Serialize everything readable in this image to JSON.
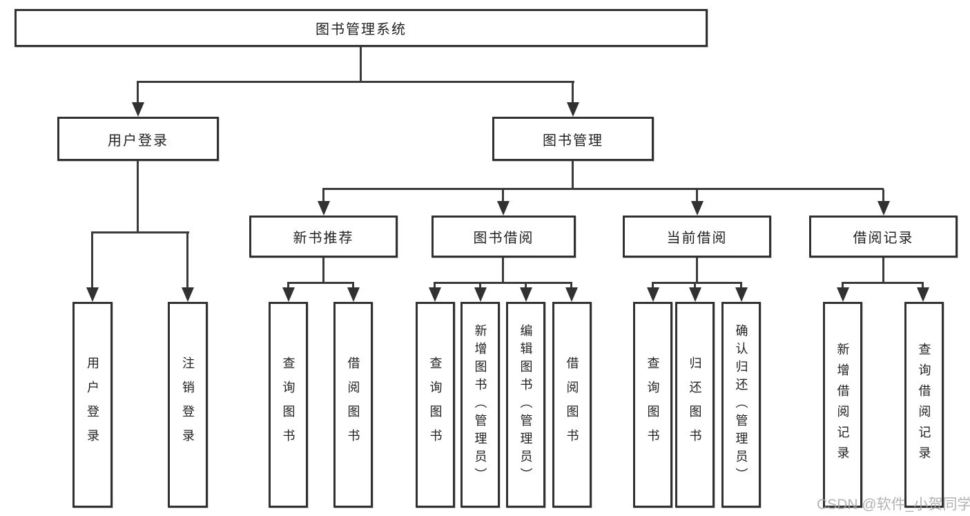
{
  "root": {
    "label": "图书管理系统"
  },
  "user_login": {
    "label": "用户登录",
    "children": {
      "login": {
        "label": "用户登录"
      },
      "logout": {
        "label": "注销登录"
      }
    }
  },
  "book_mgmt": {
    "label": "图书管理",
    "sections": {
      "new_books": {
        "label": "新书推荐",
        "children": {
          "query_books": {
            "label": "查询图书"
          },
          "borrow_books": {
            "label": "借阅图书"
          }
        }
      },
      "book_borrow": {
        "label": "图书借阅",
        "children": {
          "query_books": {
            "label": "查询图书"
          },
          "add_books": {
            "label": "新增图书（管理员）"
          },
          "edit_books": {
            "label": "编辑图书（管理员）"
          },
          "borrow_books": {
            "label": "借阅图书"
          }
        }
      },
      "current_borrow": {
        "label": "当前借阅",
        "children": {
          "query_books": {
            "label": "查询图书"
          },
          "return_books": {
            "label": "归还图书"
          },
          "confirm_return": {
            "label": "确认归还（管理员）"
          }
        }
      },
      "borrow_records": {
        "label": "借阅记录",
        "children": {
          "add_record": {
            "label": "新增借阅记录"
          },
          "query_record": {
            "label": "查询借阅记录"
          }
        }
      }
    }
  },
  "watermark": {
    "text": "CSDN @软件_小贺同学"
  }
}
